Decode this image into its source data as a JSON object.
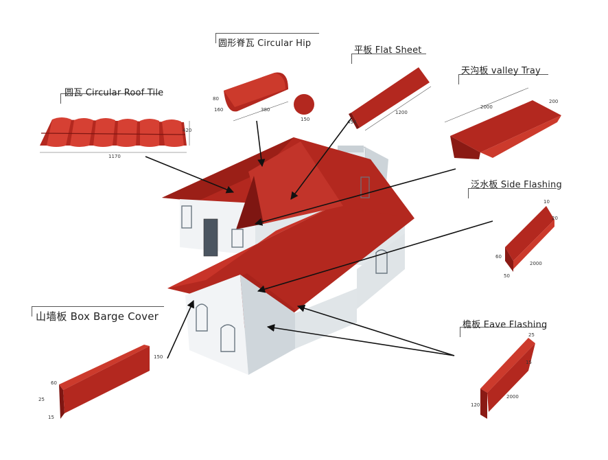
{
  "products": {
    "circular_roof_tile": {
      "label": "圆瓦  Circular Roof Tile",
      "dims": [
        "420",
        "1170"
      ]
    },
    "circular_hip": {
      "label": "圆形脊瓦 Circular Hip",
      "dims": [
        "160",
        "80",
        "380",
        "150"
      ]
    },
    "flat_sheet": {
      "label": "平板  Flat Sheet",
      "dims": [
        "1200",
        "454"
      ]
    },
    "valley_tray": {
      "label": "天沟板  valley Tray",
      "dims": [
        "2000",
        "200"
      ]
    },
    "side_flashing": {
      "label": "泛水板  Side  Flashing",
      "dims": [
        "10",
        "20",
        "60",
        "50",
        "2000"
      ]
    },
    "box_barge_cover": {
      "label": "山墙板  Box Barge Cover",
      "dims": [
        "60",
        "25",
        "15",
        "150"
      ]
    },
    "eave_flashing": {
      "label": "檐板 Eave  Flashing",
      "dims": [
        "25",
        "15",
        "120",
        "2000"
      ]
    }
  },
  "colors": {
    "roof_red": "#b3281f",
    "roof_dark": "#7e1612",
    "roof_light": "#cc3a2c",
    "wall": "#eef1f3",
    "wall_shadow": "#cfd6db",
    "arrow": "#111111"
  }
}
